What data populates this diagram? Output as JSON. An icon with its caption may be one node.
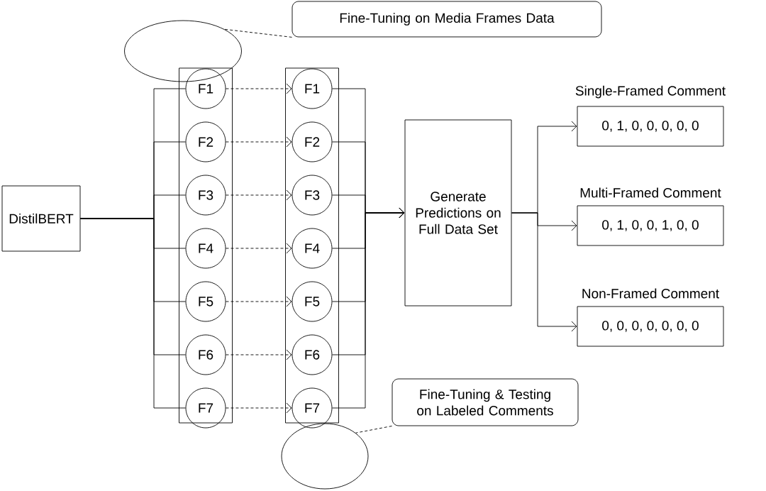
{
  "diagram": {
    "nodes": [
      {
        "text": [
          "DistilBERT"
        ]
      },
      {
        "text": [],
        "shape": "box"
      },
      {
        "text": [
          "F1"
        ],
        "in": 1
      },
      {
        "text": [
          "F2"
        ],
        "in": 1
      },
      {
        "text": [
          "F3"
        ],
        "in": 1
      },
      {
        "text": [
          "F4"
        ],
        "in": 1
      },
      {
        "text": [
          "F5"
        ],
        "in": 1
      },
      {
        "text": [
          "F6"
        ],
        "in": 1
      },
      {
        "text": [
          "F7"
        ],
        "in": 1
      },
      {
        "text": [],
        "shape": "box"
      },
      {
        "text": [
          "F1"
        ],
        "in": 9
      },
      {
        "text": [
          "F2"
        ],
        "in": 9
      },
      {
        "text": [
          "F3"
        ],
        "in": 9
      },
      {
        "text": [
          "F4"
        ],
        "in": 9
      },
      {
        "text": [
          "F5"
        ],
        "in": 9
      },
      {
        "text": [
          "F6"
        ],
        "in": 9
      },
      {
        "text": [
          "F7"
        ],
        "in": 9
      },
      {
        "text": [
          "Generate Predictions on Full Data Set"
        ]
      },
      {
        "text": [
          "0, 1, 0, 0, 0, 0, 0"
        ],
        "beside": [
          "Single-Framed Comment"
        ]
      },
      {
        "text": [
          "0, 1, 0, 0, 1, 0, 0"
        ],
        "beside": [
          "Multi-Framed Comment"
        ]
      },
      {
        "text": [
          "0, 0, 0, 0, 0, 0, 0"
        ],
        "beside": [
          "Non-Framed Comment"
        ]
      },
      {
        "text": [
          "Fine-Tuning on Media Frames Data"
        ]
      },
      {
        "text": [
          "Fine-Tuning & Testing on Labeled Comments"
        ]
      },
      {
        "text": [],
        "shape": "circle"
      },
      {
        "text": [],
        "shape": "circle"
      }
    ],
    "edges": [
      {
        "from": 0,
        "to": 2,
        "arrow": "none"
      },
      {
        "from": 0,
        "to": 3,
        "arrow": "none"
      },
      {
        "from": 0,
        "to": 4,
        "arrow": "none"
      },
      {
        "from": 0,
        "to": 5,
        "arrow": "none"
      },
      {
        "from": 0,
        "to": 6,
        "arrow": "none"
      },
      {
        "from": 0,
        "to": 7,
        "arrow": "none"
      },
      {
        "from": 0,
        "to": 8,
        "arrow": "none"
      },
      {
        "from": 2,
        "to": 10,
        "arrow": "to",
        "style": "dashed"
      },
      {
        "from": 3,
        "to": 11,
        "arrow": "to",
        "style": "dashed"
      },
      {
        "from": 4,
        "to": 12,
        "arrow": "to",
        "style": "dashed"
      },
      {
        "from": 5,
        "to": 13,
        "arrow": "to",
        "style": "dashed"
      },
      {
        "from": 6,
        "to": 14,
        "arrow": "to",
        "style": "dashed"
      },
      {
        "from": 7,
        "to": 15,
        "arrow": "to",
        "style": "dashed"
      },
      {
        "from": 8,
        "to": 16,
        "arrow": "to",
        "style": "dashed"
      },
      {
        "from": 10,
        "to": 17,
        "arrow": "to"
      },
      {
        "from": 11,
        "to": 17,
        "arrow": "to"
      },
      {
        "from": 12,
        "to": 17,
        "arrow": "to"
      },
      {
        "from": 13,
        "to": 17,
        "arrow": "to"
      },
      {
        "from": 14,
        "to": 17,
        "arrow": "to"
      },
      {
        "from": 15,
        "to": 17,
        "arrow": "to"
      },
      {
        "from": 16,
        "to": 17,
        "arrow": "to"
      },
      {
        "from": 17,
        "to": 18,
        "arrow": "to"
      },
      {
        "from": 17,
        "to": 19,
        "arrow": "to"
      },
      {
        "from": 17,
        "to": 20,
        "arrow": "to"
      },
      {
        "from": 21,
        "to": 23,
        "arrow": "none",
        "style": "dashed"
      },
      {
        "from": 22,
        "to": 24,
        "arrow": "none",
        "style": "dashed"
      }
    ]
  }
}
